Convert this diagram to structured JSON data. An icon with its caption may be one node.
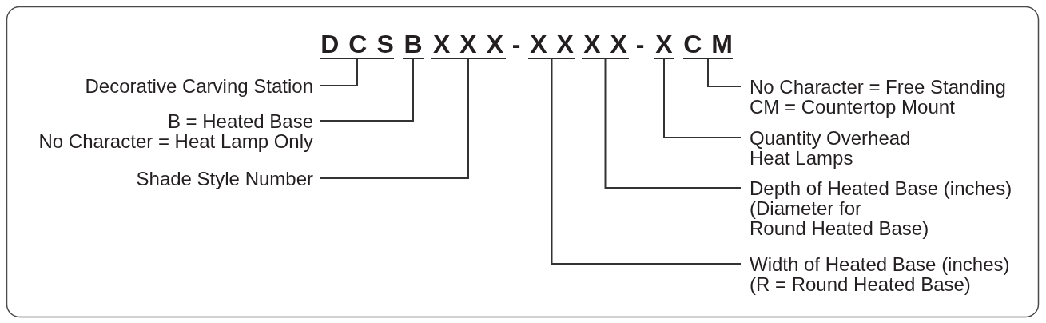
{
  "diagram": {
    "nodes": [
      {
        "text": [
          "DCS"
        ]
      },
      {
        "text": [
          "B"
        ]
      },
      {
        "text": [
          "XXX"
        ]
      },
      {
        "text": [
          "XX"
        ]
      },
      {
        "text": [
          "XX"
        ]
      },
      {
        "text": [
          "X"
        ]
      },
      {
        "text": [
          "CM"
        ]
      },
      {
        "text": [
          "Decorative Carving Station"
        ]
      },
      {
        "text": [
          "B = Heated Base",
          "No Character = Heat Lamp Only"
        ]
      },
      {
        "text": [
          "Shade Style Number"
        ]
      },
      {
        "text": [
          "No Character = Free Standing",
          "CM = Countertop Mount"
        ]
      },
      {
        "text": [
          "Quantity Overhead Heat Lamps"
        ]
      },
      {
        "text": [
          "Depth of Heated Base (inches)",
          "(Diameter for Round Heated Base)"
        ]
      },
      {
        "text": [
          "Width of Heated Base (inches)",
          "(R = Round Heated Base)"
        ]
      }
    ],
    "edges": [
      {
        "from": 7,
        "to": 0,
        "arrow": "none"
      },
      {
        "from": 8,
        "to": 1,
        "arrow": "none"
      },
      {
        "from": 9,
        "to": 2,
        "arrow": "none"
      },
      {
        "from": 10,
        "to": 6,
        "arrow": "none"
      },
      {
        "from": 11,
        "to": 5,
        "arrow": "none"
      },
      {
        "from": 12,
        "to": 4,
        "arrow": "none"
      },
      {
        "from": 13,
        "to": 3,
        "arrow": "none"
      }
    ],
    "labels": [
      "-",
      "-"
    ]
  }
}
